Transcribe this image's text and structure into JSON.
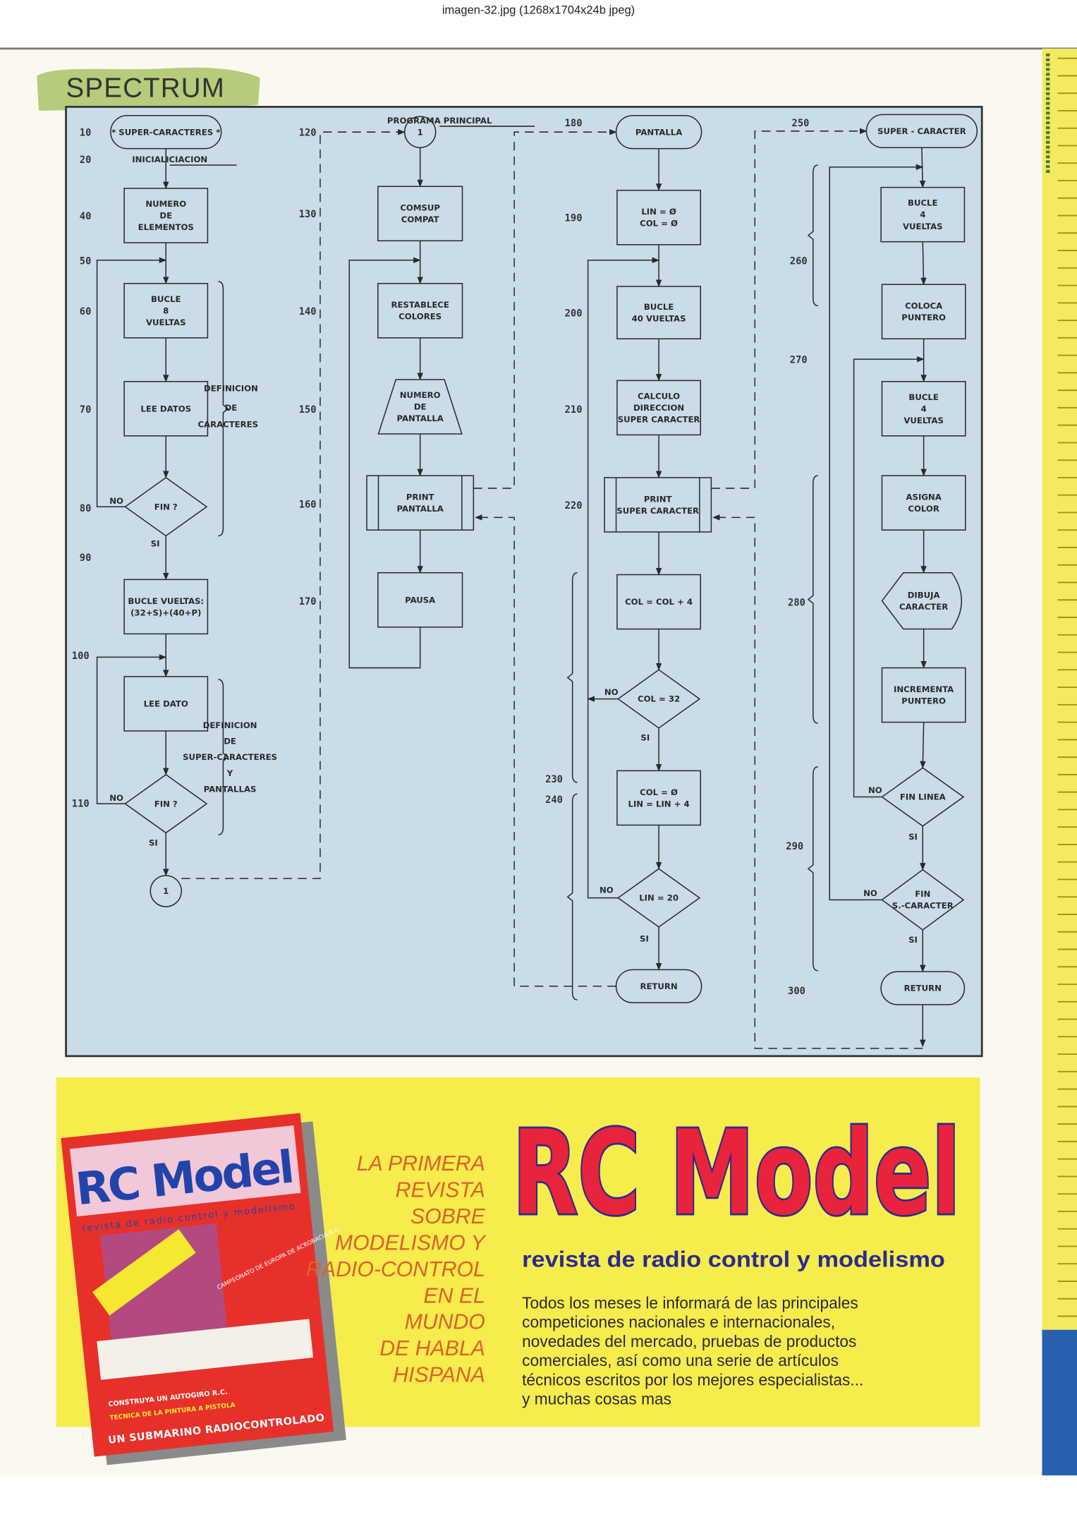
{
  "viewer_title": "imagen-32.jpg (1268x1704x24b jpeg)",
  "section_tag": "SPECTRUM",
  "colors": {
    "diagram_bg": "#c9dce8",
    "ad_bg": "#f6ec4c",
    "logo_red": "#e8233c",
    "logo_blue": "#2b2b8f",
    "orange_text": "#e0602a",
    "tag_green": "#b5cc7a"
  },
  "diagram": {
    "labels": {
      "inicializacion": "INICIALICIACION",
      "programa_principal": "PROGRAMA PRINCIPAL",
      "def_caracteres": [
        "DEFINICION",
        "DE",
        "CARACTERES"
      ],
      "def_super": [
        "DEFINICION",
        "DE",
        "SUPER-CARACTERES",
        "Y",
        "PANTALLAS"
      ]
    },
    "line_numbers": [
      "10",
      "20",
      "40",
      "50",
      "60",
      "70",
      "80",
      "90",
      "100",
      "110",
      "120",
      "130",
      "140",
      "150",
      "160",
      "170",
      "180",
      "190",
      "200",
      "210",
      "220",
      "230",
      "240",
      "250",
      "260",
      "270",
      "280",
      "290",
      "300"
    ],
    "nodes": {
      "start": [
        "* SUPER-CARACTERES *"
      ],
      "numero": [
        "NUMERO",
        "DE",
        "ELEMENTOS"
      ],
      "bucle8": [
        "BUCLE",
        "8",
        "VUELTAS"
      ],
      "lee_datos": [
        "LEE DATOS"
      ],
      "fin1": [
        "FIN ?"
      ],
      "bucle_vueltas": [
        "BUCLE VUELTAS:",
        "(32+S)+(40+P)"
      ],
      "lee_dato": [
        "LEE DATO"
      ],
      "fin2": [
        "FIN ?"
      ],
      "conn1": [
        "1"
      ],
      "conn1b": [
        "1"
      ],
      "comsup": [
        "COMSUP",
        "COMPAT"
      ],
      "restablece": [
        "RESTABLECE",
        "COLORES"
      ],
      "num_pantalla": [
        "NUMERO",
        "DE",
        "PANTALLA"
      ],
      "print_pantalla": [
        "PRINT",
        "PANTALLA"
      ],
      "pausa": [
        "PAUSA"
      ],
      "pantalla": [
        "PANTALLA"
      ],
      "lin_col": [
        "LIN = Ø",
        "COL = Ø"
      ],
      "bucle40": [
        "BUCLE",
        "40 VUELTAS"
      ],
      "calculo": [
        "CALCULO",
        "DIRECCION",
        "SUPER CARACTER"
      ],
      "print_super": [
        "PRINT",
        "SUPER CARACTER"
      ],
      "col_inc": [
        "COL = COL + 4"
      ],
      "col32": [
        "COL = 32"
      ],
      "col0": [
        "COL = Ø",
        "LIN = LIN + 4"
      ],
      "lin20": [
        "LIN = 20"
      ],
      "return1": [
        "RETURN"
      ],
      "super_caracter": [
        "SUPER - CARACTER"
      ],
      "bucle4a": [
        "BUCLE",
        "4",
        "VUELTAS"
      ],
      "coloca": [
        "COLOCA",
        "PUNTERO"
      ],
      "bucle4b": [
        "BUCLE",
        "4",
        "VUELTAS"
      ],
      "asigna": [
        "ASIGNA",
        "COLOR"
      ],
      "dibuja": [
        "DIBUJA",
        "CARACTER"
      ],
      "incrementa": [
        "INCREMENTA",
        "PUNTERO"
      ],
      "fin_linea": [
        "FIN LINEA"
      ],
      "fin_s": [
        "FIN",
        "S.-CARACTER"
      ],
      "return2": [
        "RETURN"
      ]
    },
    "branch_yes": "SI",
    "branch_no": "NO"
  },
  "ad": {
    "logo": "RC Model",
    "tagline": "revista de radio control y modelismo",
    "slogan": [
      "LA PRIMERA",
      "REVISTA",
      "SOBRE",
      "MODELISMO Y",
      "RADIO-CONTROL",
      "EN EL",
      "MUNDO",
      "DE HABLA",
      "HISPANA"
    ],
    "body": [
      "Todos los meses le informará de las principales",
      "competiciones nacionales e internacionales,",
      "novedades del mercado, pruebas de productos",
      "comerciales, así como una serie de artículos",
      "técnicos escritos por los mejores especialistas...",
      "y muchas cosas mas"
    ],
    "cover": {
      "logo": "RC Model",
      "subtitle": "revista de radio control y modelismo",
      "headlines": [
        "CAMPEONATO DE EUROPA DE ACROBACIA R.C.",
        "CONSTRUYA UN AUTOGIRO R.C.",
        "TECNICA DE LA PINTURA A PISTOLA",
        "UN SUBMARINO RADIOCONTROLADO"
      ]
    }
  }
}
